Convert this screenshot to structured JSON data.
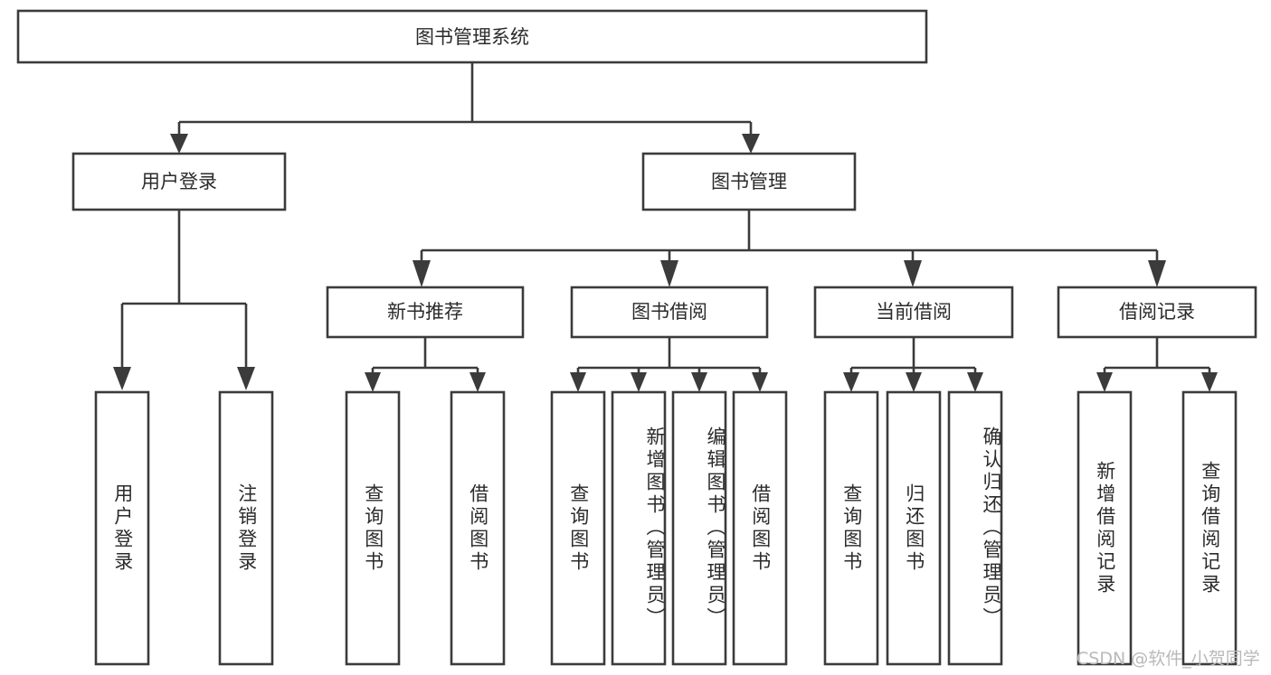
{
  "diagram": {
    "type": "tree",
    "title": "图书管理系统",
    "root": {
      "label": "图书管理系统"
    },
    "level2": [
      {
        "label": "用户登录"
      },
      {
        "label": "图书管理"
      }
    ],
    "level3": [
      {
        "label": "新书推荐"
      },
      {
        "label": "图书借阅"
      },
      {
        "label": "当前借阅"
      },
      {
        "label": "借阅记录"
      }
    ],
    "leaves": {
      "user_login": [
        {
          "label": "用户登录"
        },
        {
          "label": "注销登录"
        }
      ],
      "new_book_recommend": [
        {
          "label": "查询图书"
        },
        {
          "label": "借阅图书"
        }
      ],
      "book_borrow": [
        {
          "label": "查询图书"
        },
        {
          "label": "新增图书（管理员）"
        },
        {
          "label": "编辑图书（管理员）"
        },
        {
          "label": "借阅图书"
        }
      ],
      "current_borrow": [
        {
          "label": "查询图书"
        },
        {
          "label": "归还图书"
        },
        {
          "label": "确认归还（管理员）"
        }
      ],
      "borrow_record": [
        {
          "label": "新增借阅记录"
        },
        {
          "label": "查询借阅记录"
        }
      ]
    },
    "watermark": "CSDN @软件_小贺同学",
    "colors": {
      "stroke": "#3b3b3b",
      "text": "#2b2b2b",
      "background": "#ffffff",
      "watermark": "#b9b9b9"
    }
  }
}
